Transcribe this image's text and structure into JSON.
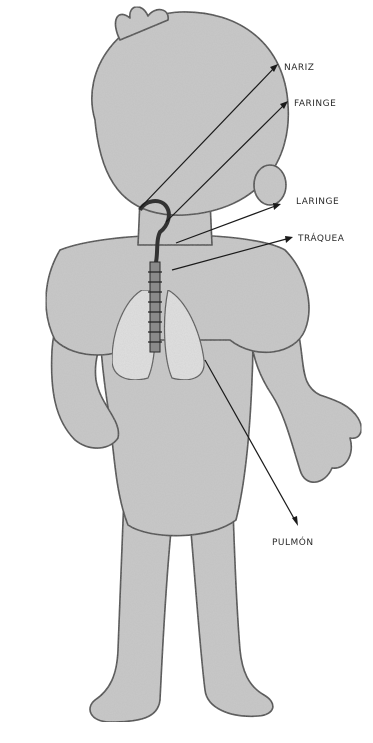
{
  "labels": {
    "nariz": "NARIZ",
    "faringe": "FARINGE",
    "laringe": "LARINGE",
    "traquea": "TRÁQUEA",
    "pulmon": "PULMÓN"
  },
  "colors": {
    "body_fill": "#c9c9c9",
    "body_stroke": "#3a3a3a",
    "lung_fill": "#e2e2e2",
    "trachea_fill": "#8a8a8a",
    "leader_line": "#1a1a1a"
  }
}
